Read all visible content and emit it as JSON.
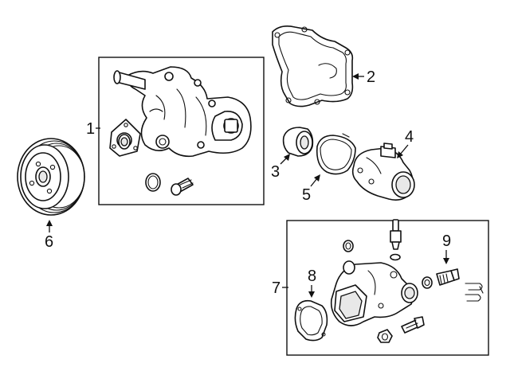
{
  "diagram": {
    "callouts": {
      "c1": "1",
      "c2": "2",
      "c3": "3",
      "c4": "4",
      "c5": "5",
      "c6": "6",
      "c7": "7",
      "c8": "8",
      "c9": "9"
    },
    "parts": {
      "p1": "water-pump-assembly",
      "p2": "pump-gasket",
      "p3": "bushing",
      "p4": "thermostat",
      "p5": "thermostat-seal",
      "p6": "pulley",
      "p7": "water-outlet-assembly",
      "p8": "outlet-gasket",
      "p9": "temperature-sensor"
    }
  }
}
